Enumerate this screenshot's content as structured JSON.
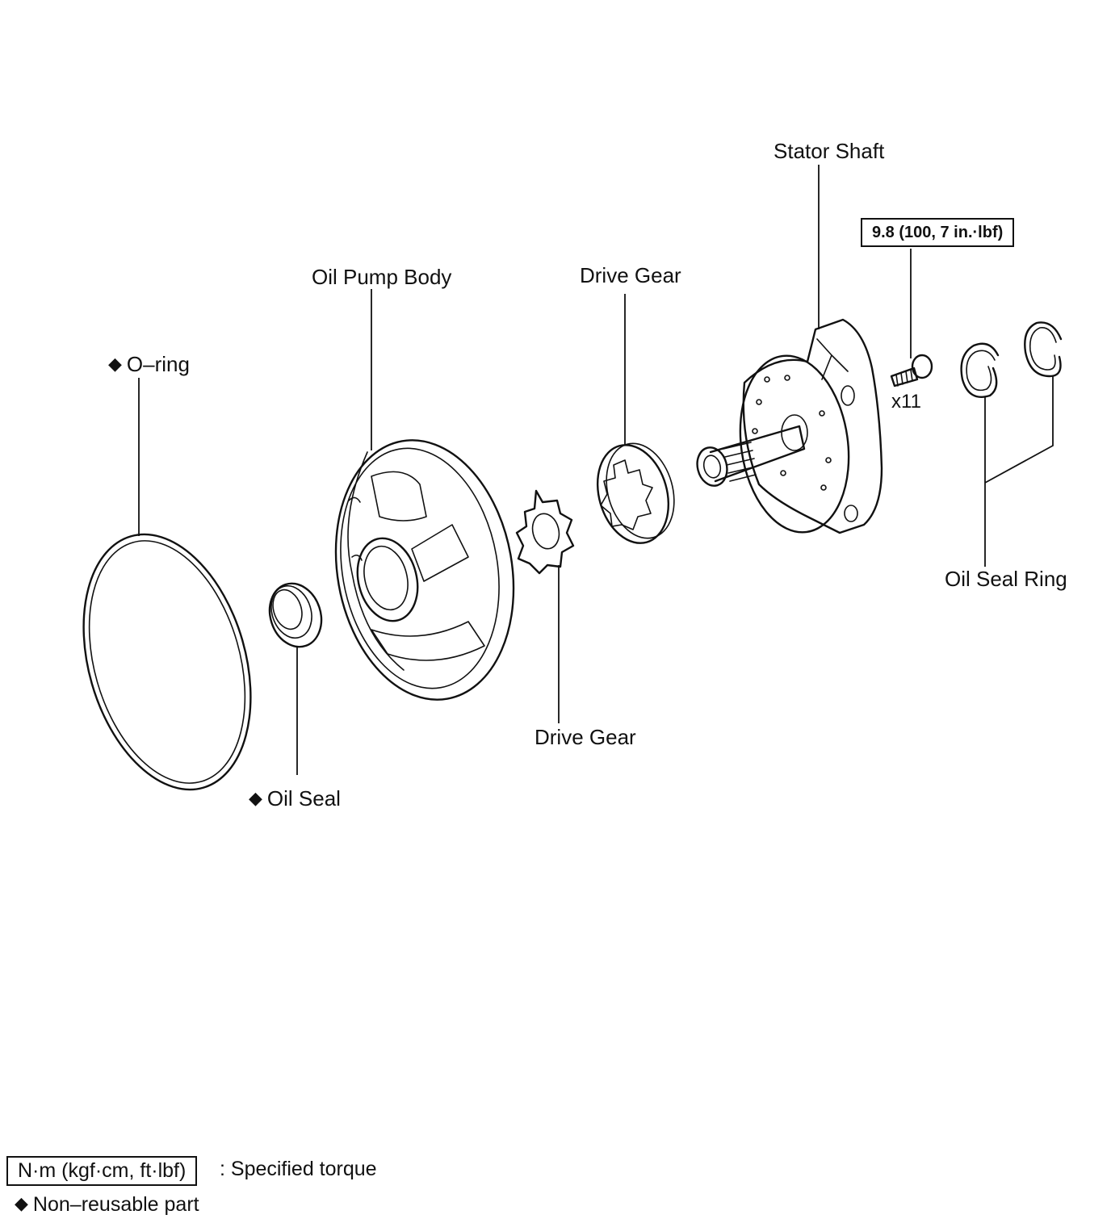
{
  "labels": {
    "o_ring": "O–ring",
    "oil_seal": "Oil Seal",
    "oil_pump_body": "Oil Pump Body",
    "drive_gear_top": "Drive Gear",
    "drive_gear_bottom": "Drive Gear",
    "stator_shaft": "Stator Shaft",
    "bolt_qty": "x11",
    "oil_seal_ring": "Oil Seal Ring"
  },
  "torque": {
    "value": "9.8 (100, 7 in.·lbf)"
  },
  "legend": {
    "torque_unit": "N·m (kgf·cm, ft·lbf)",
    "torque_desc": ": Specified torque",
    "non_reusable": "Non–reusable part"
  },
  "symbols": {
    "diamond": "◆"
  },
  "colors": {
    "ink": "#111111",
    "paper": "#ffffff"
  }
}
